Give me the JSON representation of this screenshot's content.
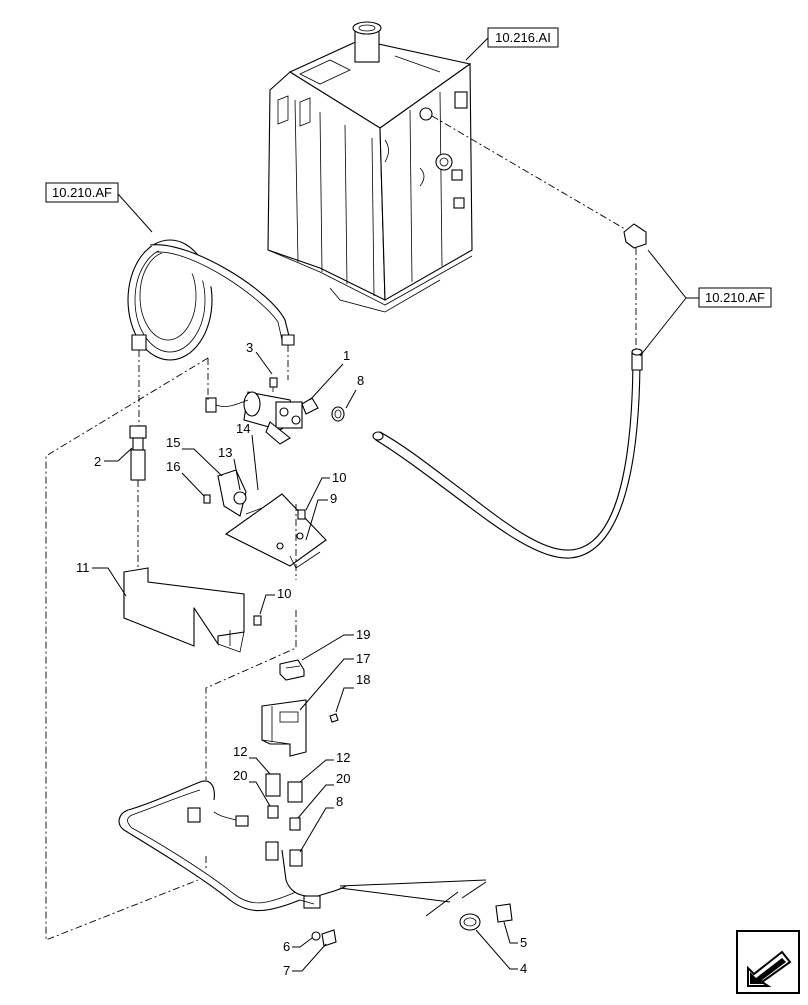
{
  "references": {
    "tank_ref": "10.216.AI",
    "hose_ref_left": "10.210.AF",
    "hose_ref_right": "10.210.AF"
  },
  "callouts": {
    "c1": "1",
    "c2": "2",
    "c3": "3",
    "c4": "4",
    "c5": "5",
    "c6": "6",
    "c7": "7",
    "c8a": "8",
    "c8b": "8",
    "c9": "9",
    "c10a": "10",
    "c10b": "10",
    "c11": "11",
    "c12a": "12",
    "c12b": "12",
    "c13": "13",
    "c14": "14",
    "c15": "15",
    "c16": "16",
    "c17": "17",
    "c18": "18",
    "c19": "19",
    "c20a": "20",
    "c20b": "20"
  },
  "nav": {
    "icon": "next-page-arrow-icon"
  }
}
